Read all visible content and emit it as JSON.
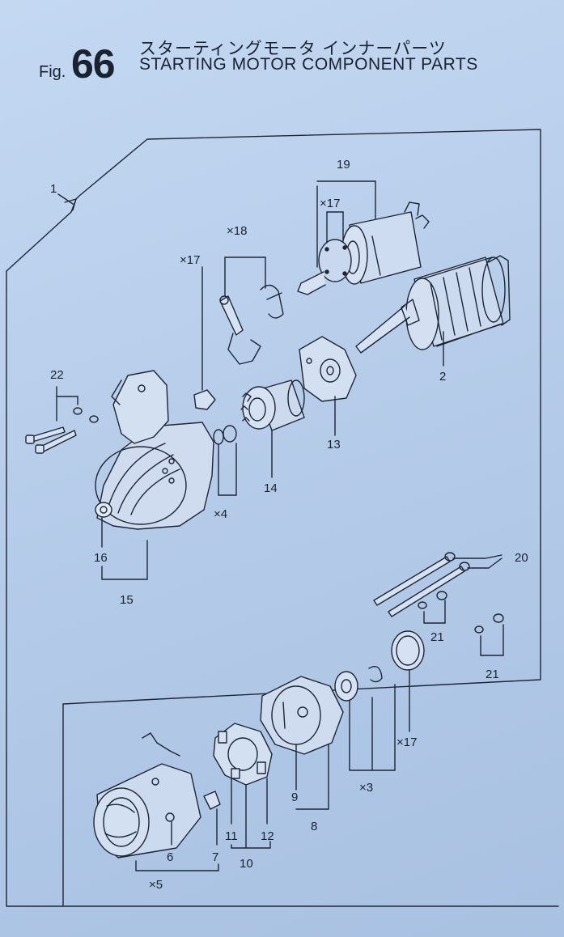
{
  "header": {
    "fig_label": "Fig.",
    "fig_number": "66",
    "title_jp": "スターティングモータ インナーパーツ",
    "title_en": "STARTING MOTOR COMPONENT PARTS"
  },
  "callouts": {
    "c1": "1",
    "c19": "19",
    "c17_solenoid": "×17",
    "c18": "×18",
    "c17_left": "×17",
    "c2": "2",
    "c13": "13",
    "c22": "22",
    "c14": "14",
    "c4": "×4",
    "c16": "16",
    "c15": "15",
    "c20": "20",
    "c21_mid": "21",
    "c21_right": "21",
    "c17_lower": "×17",
    "c3": "×3",
    "c9": "9",
    "c8": "8",
    "c11": "11",
    "c12": "12",
    "c10": "10",
    "c6": "6",
    "c7": "7",
    "c5": "×5"
  }
}
